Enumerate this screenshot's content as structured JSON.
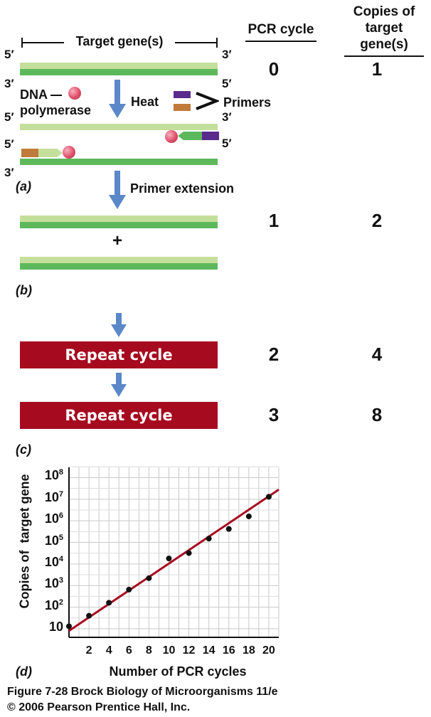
{
  "header": {
    "pcr_cycle": "PCR cycle",
    "copies_line1": "Copies of",
    "copies_line2": "target gene(s)"
  },
  "panel_a": {
    "target_label": "Target gene(s)",
    "five_prime": "5′",
    "three_prime": "3′",
    "dna_polymerase_line1": "DNA",
    "dna_polymerase_line2": "polymerase",
    "heat": "Heat",
    "primers": "Primers",
    "label": "(a)",
    "cycle": "0",
    "copies": "1"
  },
  "panel_b": {
    "primer_extension": "Primer extension",
    "plus": "+",
    "label": "(b)",
    "cycle": "1",
    "copies": "2"
  },
  "panel_c": {
    "repeat1": "Repeat cycle",
    "repeat2": "Repeat cycle",
    "cycle1": "2",
    "copies1": "4",
    "cycle2": "3",
    "copies2": "8",
    "label": "(c)"
  },
  "panel_d": {
    "label": "(d)"
  },
  "colors": {
    "strand_light": "#c4df9b",
    "strand_dark": "#5db85c",
    "arrow": "#5b88c8",
    "repeat_box": "#a60a1f",
    "primer_purple": "#5a2a8c",
    "primer_brown": "#c07a3a",
    "polymerase": "#e0506a",
    "fit_line": "#a60a1f"
  },
  "chart_data": {
    "type": "scatter",
    "xlabel": "Number of PCR cycles",
    "ylabel": "Copies of  target gene",
    "x_ticks": [
      "2",
      "4",
      "6",
      "8",
      "10",
      "12",
      "14",
      "16",
      "18",
      "20"
    ],
    "y_ticks": [
      {
        "base": "10",
        "exp": ""
      },
      {
        "base": "10",
        "exp": "2"
      },
      {
        "base": "10",
        "exp": "3"
      },
      {
        "base": "10",
        "exp": "4"
      },
      {
        "base": "10",
        "exp": "5"
      },
      {
        "base": "10",
        "exp": "6"
      },
      {
        "base": "10",
        "exp": "7"
      },
      {
        "base": "10",
        "exp": "8"
      }
    ],
    "y_scale": "log",
    "xlim": [
      0,
      21
    ],
    "ylim": [
      4,
      300000000
    ],
    "grid": true,
    "points": [
      {
        "x": 0,
        "y": 13
      },
      {
        "x": 2,
        "y": 40
      },
      {
        "x": 4,
        "y": 160
      },
      {
        "x": 6,
        "y": 650
      },
      {
        "x": 8,
        "y": 2200
      },
      {
        "x": 10,
        "y": 18000
      },
      {
        "x": 12,
        "y": 32000
      },
      {
        "x": 14,
        "y": 150000
      },
      {
        "x": 16,
        "y": 420000
      },
      {
        "x": 18,
        "y": 1600000
      },
      {
        "x": 20,
        "y": 13000000
      }
    ],
    "fit_line": [
      {
        "x": 0,
        "y": 8
      },
      {
        "x": 21,
        "y": 28000000
      }
    ]
  },
  "caption": {
    "line1": "Figure 7-28  Brock Biology of Microorganisms 11/e",
    "line2": "© 2006 Pearson Prentice Hall, Inc."
  }
}
